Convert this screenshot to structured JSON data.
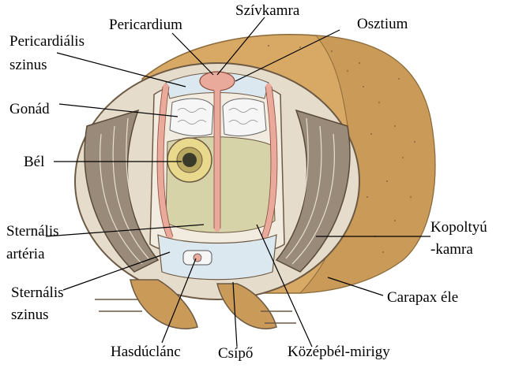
{
  "labels": {
    "szivkamra": "Szívkamra",
    "pericardium": "Pericardium",
    "osztium": "Osztium",
    "pericardialis_1": "Pericardiális",
    "pericardialis_2": "szinus",
    "gonad": "Gonád",
    "bel": "Bél",
    "sternalis_arteria_1": "Sternális",
    "sternalis_arteria_2": "artéria",
    "sternalis_szinus_1": "Sternális",
    "sternalis_szinus_2": "szinus",
    "kopoltyu_1": "Kopoltyú",
    "kopoltyu_2": "-kamra",
    "carapax": "Carapax éle",
    "hasduclanc": "Hasdúclánc",
    "csipo": "Csípő",
    "kozepbel": "Középbél-mirigy"
  },
  "colors": {
    "carapax": "#d8a865",
    "carapax_dark": "#b98a4c",
    "gill": "#9a8a7a",
    "gill_chamber": "#f2ece0",
    "vessel": "#e9a99b",
    "gland": "#d6d3a9",
    "gut": "#e9d98c",
    "sinus": "#dce8f0",
    "gonad": "#f6f6f6",
    "line": "#000000"
  }
}
